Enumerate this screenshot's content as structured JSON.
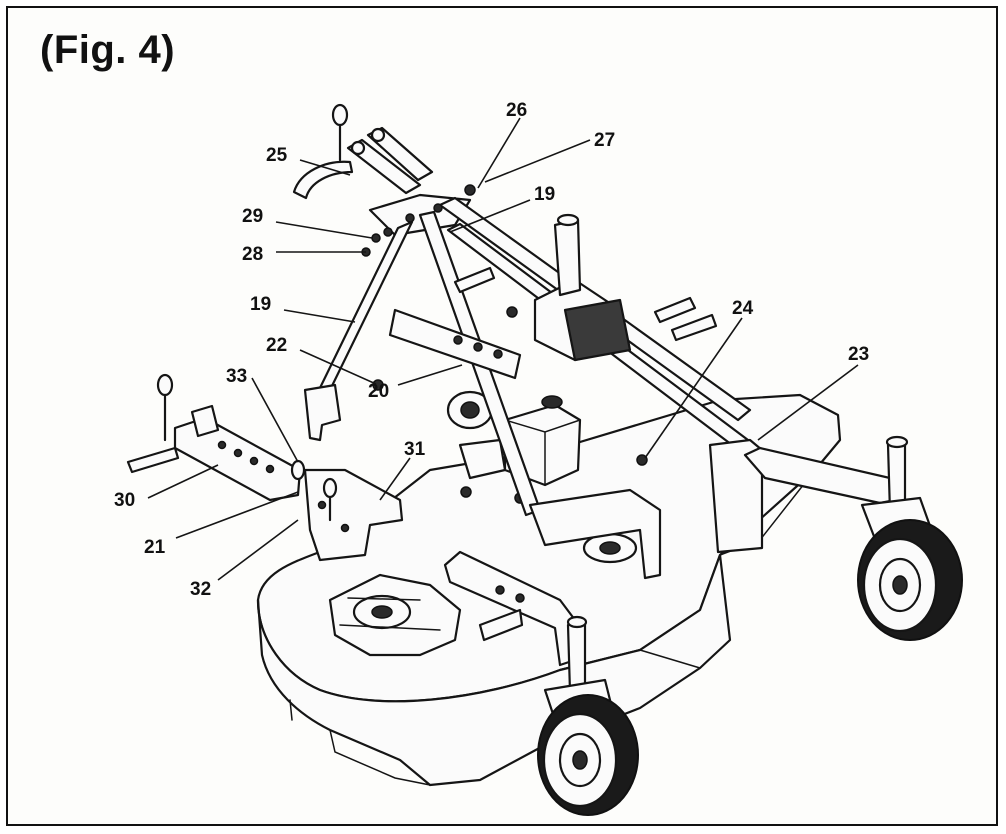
{
  "figure": {
    "title": "(Fig. 4)"
  },
  "callouts": [
    {
      "id": "c25",
      "label": "25"
    },
    {
      "id": "c26",
      "label": "26"
    },
    {
      "id": "c27",
      "label": "27"
    },
    {
      "id": "c29",
      "label": "29"
    },
    {
      "id": "c28",
      "label": "28"
    },
    {
      "id": "c19a",
      "label": "19"
    },
    {
      "id": "c19b",
      "label": "19"
    },
    {
      "id": "c24",
      "label": "24"
    },
    {
      "id": "c22",
      "label": "22"
    },
    {
      "id": "c23",
      "label": "23"
    },
    {
      "id": "c33",
      "label": "33"
    },
    {
      "id": "c20",
      "label": "20"
    },
    {
      "id": "c31",
      "label": "31"
    },
    {
      "id": "c30",
      "label": "30"
    },
    {
      "id": "c21",
      "label": "21"
    },
    {
      "id": "c32",
      "label": "32"
    }
  ]
}
